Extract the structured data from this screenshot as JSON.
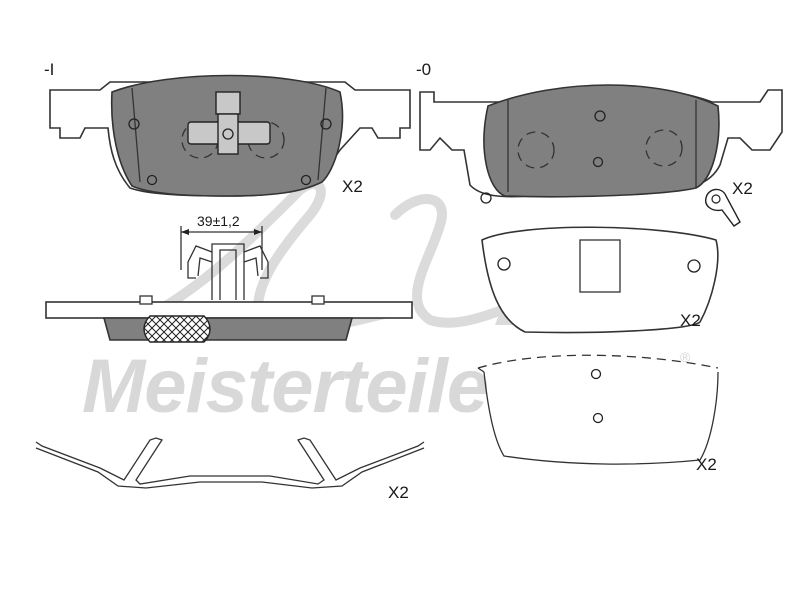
{
  "watermark": {
    "text": "Meisterteile",
    "mark": "®",
    "logo_name": "A.Z. Meisterteile logo"
  },
  "labels": {
    "inner_pad_marker": "-I",
    "outer_pad_marker": "-0",
    "inner_pad_qty": "X2",
    "outer_pad_qty": "X2",
    "shim_qty": "X2",
    "backplate_qty": "X2",
    "spring_qty": "X2",
    "clip_dimension": "39±1,2"
  }
}
